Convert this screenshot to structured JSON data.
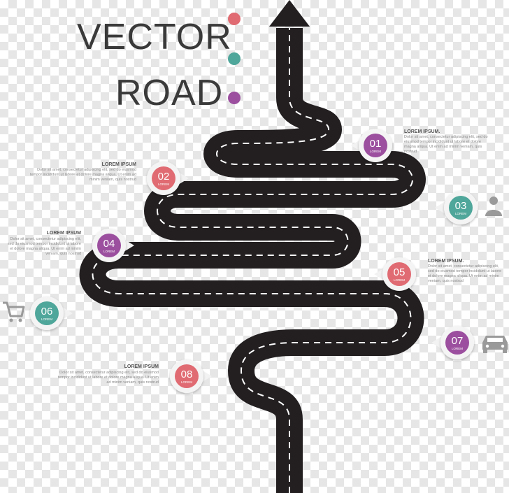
{
  "title": {
    "line1": "VECTOR",
    "line2": "ROAD"
  },
  "title_dots": [
    "#e06b72",
    "#4fa69a",
    "#9b4f9e"
  ],
  "road": {
    "road_color": "#231f20",
    "lane_color": "#ffffff"
  },
  "markers": [
    {
      "number": "01",
      "sub": "LOREM",
      "color": "#9b4f9e",
      "heading": "LOREM IPSUM.",
      "body": "Dolor sit amet, consectetur adipiscing elit, sed do eiusmod tempor incididunt ut labore et dolore magna aliqua. Ut enim ad minim veniam, quis nostrud"
    },
    {
      "number": "02",
      "sub": "LOREM",
      "color": "#e06b72",
      "heading": "LOREM IPSUM",
      "body": "Dolor sit amet, consectetur adipiscing elit, sed do eiusmod tempor incididunt ut labore et dolore magna aliqua. Ut enim ad minim veniam, quis nostrud"
    },
    {
      "number": "03",
      "sub": "LOREM",
      "color": "#4fa69a",
      "heading": "",
      "body": ""
    },
    {
      "number": "04",
      "sub": "LOREM",
      "color": "#9b4f9e",
      "heading": "LOREM IPSUM",
      "body": "Dolor sit amet, consectetur adipiscing elit, sed do eiusmod tempor incididunt ut labore et dolore magna aliqua. Ut enim ad minim veniam, quis nostrud"
    },
    {
      "number": "05",
      "sub": "LOREM",
      "color": "#e06b72",
      "heading": "LOREM IPSUM.",
      "body": "Dolor sit amet, consectetur adipiscing elit, sed do eiusmod tempor incididunt ut labore et dolore magna aliqua. Ut enim ad minim veniam, quis nostrud"
    },
    {
      "number": "06",
      "sub": "LOREM",
      "color": "#4fa69a",
      "heading": "",
      "body": ""
    },
    {
      "number": "07",
      "sub": "LOREM",
      "color": "#9b4f9e",
      "heading": "",
      "body": ""
    },
    {
      "number": "08",
      "sub": "LOREM",
      "color": "#e06b72",
      "heading": "LOREM IPSUM",
      "body": "Dolor sit amet, consectetur adipiscing elit, sed do eiusmod tempor incididunt ut labore et dolore magna aliqua. Ut enim ad minim veniam, quis nostrud"
    }
  ],
  "icons": [
    {
      "name": "person-icon",
      "color": "#9a9a9a"
    },
    {
      "name": "shopping-cart-icon",
      "color": "#9a9a9a"
    },
    {
      "name": "car-icon",
      "color": "#9a9a9a"
    }
  ]
}
